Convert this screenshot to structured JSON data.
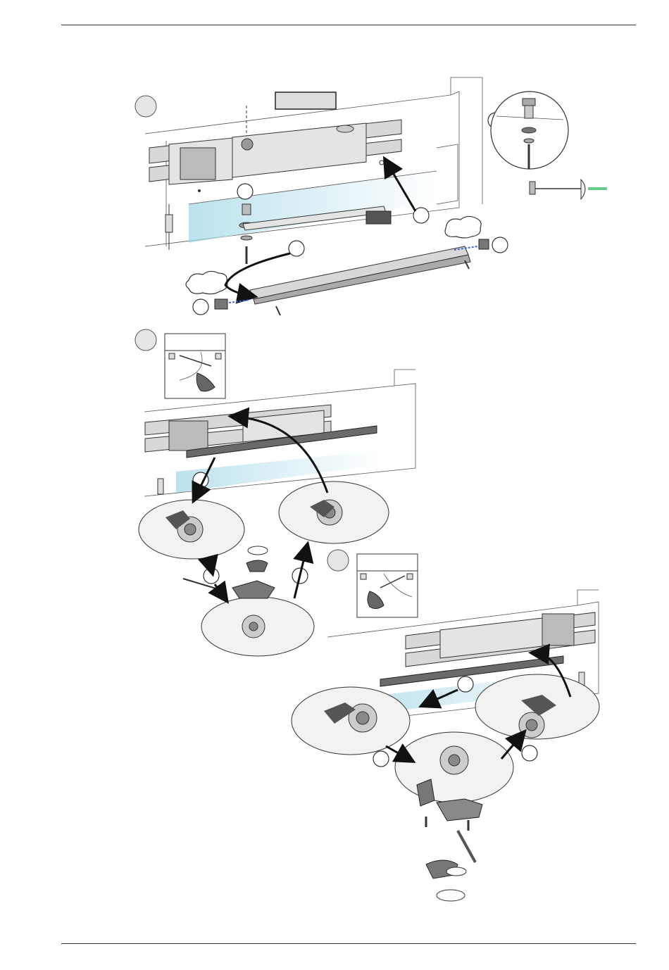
{
  "page": {
    "header_rule": true,
    "footer_rule": true
  },
  "figure": {
    "steps": [
      {
        "id": "step-1",
        "marker": ""
      },
      {
        "id": "step-2",
        "marker": ""
      },
      {
        "id": "step-3",
        "marker": ""
      }
    ],
    "label_box": "",
    "icons": [
      "closer-unit-icon",
      "arm-icon",
      "rail-icon",
      "screw-icon",
      "torque-screwdriver-icon",
      "door-swing-diagram-icon",
      "cam-detail-icon"
    ]
  }
}
